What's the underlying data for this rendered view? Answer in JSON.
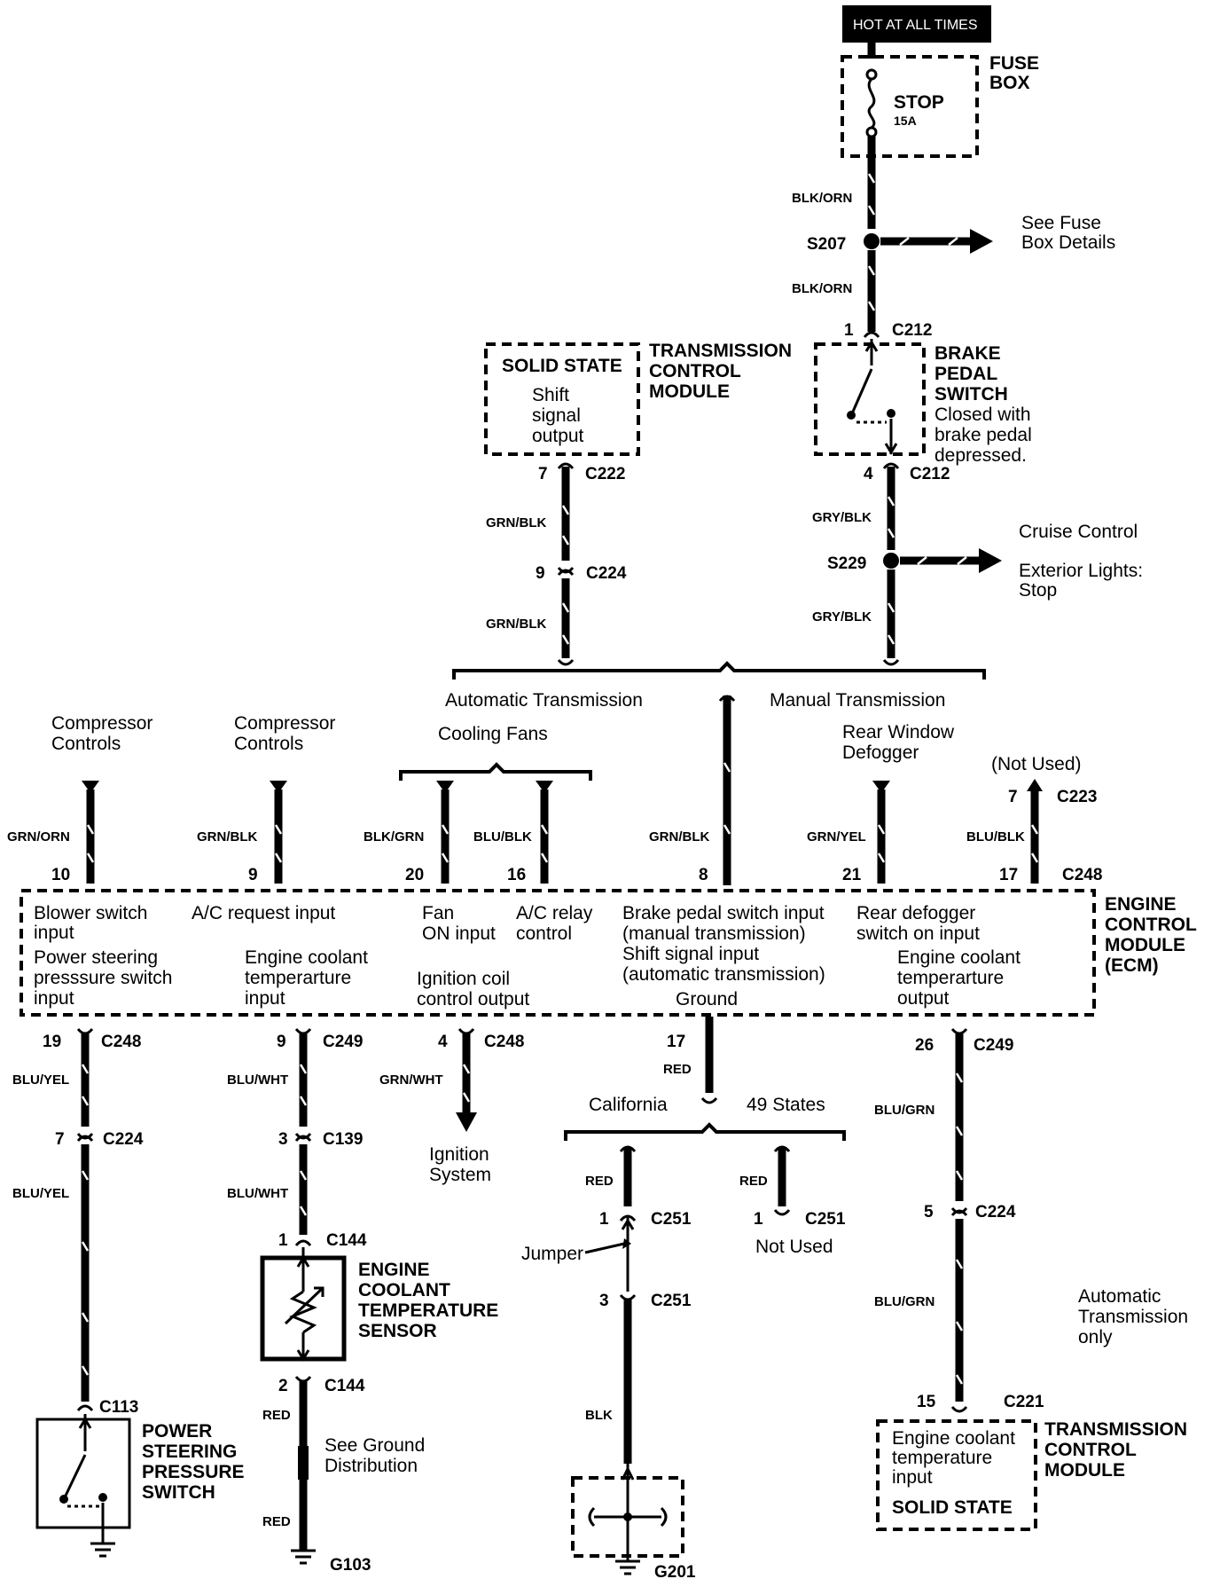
{
  "top": {
    "hot_label": "HOT AT ALL TIMES",
    "fuse_box": [
      "FUSE",
      "BOX"
    ],
    "fuse_name": "STOP",
    "fuse_rating": "15A"
  },
  "s207": {
    "wire_top": "BLK/ORN",
    "splice": "S207",
    "note": [
      "See Fuse",
      "Box Details"
    ],
    "wire_bottom": "BLK/ORN"
  },
  "tcm_top": {
    "inner_title": "SOLID STATE",
    "inner_text": [
      "Shift",
      "signal",
      "output"
    ],
    "name": [
      "TRANSMISSION",
      "CONTROL",
      "MODULE"
    ],
    "pin": "7",
    "conn": "C222",
    "wire1": "GRN/BLK",
    "pin2": "9",
    "conn2": "C224",
    "wire2": "GRN/BLK"
  },
  "brake": {
    "pin_top": "1",
    "conn_top": "C212",
    "name": [
      "BRAKE",
      "PEDAL",
      "SWITCH"
    ],
    "desc": [
      "Closed with",
      "brake pedal",
      "depressed."
    ],
    "pin_bot": "4",
    "conn_bot": "C212",
    "wire1": "GRY/BLK",
    "splice": "S229",
    "note": [
      "Cruise Control",
      "Exterior Lights:",
      "Stop"
    ],
    "wire2": "GRY/BLK"
  },
  "branch_top": {
    "left": "Automatic Transmission",
    "right": "Manual Transmission"
  },
  "ecm_inputs": {
    "compressor1": [
      "Compressor",
      "Controls"
    ],
    "compressor2": [
      "Compressor",
      "Controls"
    ],
    "cooling_fans": "Cooling Fans",
    "rear_window": [
      "Rear Window",
      "Defogger"
    ],
    "not_used": "(Not Used)",
    "pins": [
      {
        "wire": "GRN/ORN",
        "pin": "10"
      },
      {
        "wire": "GRN/BLK",
        "pin": "9"
      },
      {
        "wire": "BLK/GRN",
        "pin": "20"
      },
      {
        "wire": "BLU/BLK",
        "pin": "16"
      },
      {
        "wire": "GRN/BLK",
        "pin": "8"
      },
      {
        "wire": "GRN/YEL",
        "pin": "21"
      },
      {
        "wire": "BLU/BLK",
        "pin": "17"
      }
    ],
    "c223_pin": "7",
    "c223": "C223",
    "c248": "C248"
  },
  "ecm": {
    "name": [
      "ENGINE",
      "CONTROL",
      "MODULE",
      "(ECM)"
    ],
    "t1": [
      "Blower switch",
      "input"
    ],
    "t2": "A/C request input",
    "t3": [
      "Fan",
      "ON input"
    ],
    "t4": [
      "A/C relay",
      "control"
    ],
    "t5": [
      "Brake pedal switch input",
      "(manual transmission)",
      "Shift signal input",
      "(automatic transmission)"
    ],
    "t6": [
      "Rear defogger",
      "switch on input"
    ],
    "b1": [
      "Power steering",
      "presssure switch",
      "input"
    ],
    "b2": [
      "Engine coolant",
      "temperarture",
      "input"
    ],
    "b3": [
      "Ignition coil",
      "control output"
    ],
    "b4": "Ground",
    "b5": [
      "Engine coolant",
      "temperarture",
      "output"
    ]
  },
  "ps": {
    "pin": "19",
    "conn": "C248",
    "wire1": "BLU/YEL",
    "pin2": "7",
    "conn2": "C224",
    "wire2": "BLU/YEL",
    "conn3": "C113",
    "name": [
      "POWER",
      "STEERING",
      "PRESSURE",
      "SWITCH"
    ]
  },
  "ect": {
    "pin": "9",
    "conn": "C249",
    "wire1": "BLU/WHT",
    "pin2": "3",
    "conn2": "C139",
    "wire2": "BLU/WHT",
    "pin3": "1",
    "conn3": "C144",
    "name": [
      "ENGINE",
      "COOLANT",
      "TEMPERATURE",
      "SENSOR"
    ],
    "pin4": "2",
    "conn4": "C144",
    "wire3": "RED",
    "note": [
      "See Ground",
      "Distribution"
    ],
    "wire4": "RED",
    "ground": "G103"
  },
  "ign": {
    "pin": "4",
    "conn": "C248",
    "wire": "GRN/WHT",
    "note": [
      "Ignition",
      "System"
    ]
  },
  "gnd": {
    "pin": "17",
    "wire": "RED",
    "left": "California",
    "right": "49 States",
    "wire_l": "RED",
    "pin_l": "1",
    "conn_l": "C251",
    "jumper": "Jumper",
    "pin_l2": "3",
    "conn_l2": "C251",
    "wire_l2": "BLK",
    "ground": "G201",
    "wire_r": "RED",
    "pin_r": "1",
    "conn_r": "C251",
    "not_used": "Not Used"
  },
  "tcm_bot": {
    "pin": "26",
    "conn": "C249",
    "wire1": "BLU/GRN",
    "pin2": "5",
    "conn2": "C224",
    "wire2": "BLU/GRN",
    "note": [
      "Automatic",
      "Transmission",
      "only"
    ],
    "pin3": "15",
    "conn3": "C221",
    "inner": [
      "Engine coolant",
      "temperature",
      "input"
    ],
    "inner_title": "SOLID STATE",
    "name": [
      "TRANSMISSION",
      "CONTROL",
      "MODULE"
    ]
  }
}
